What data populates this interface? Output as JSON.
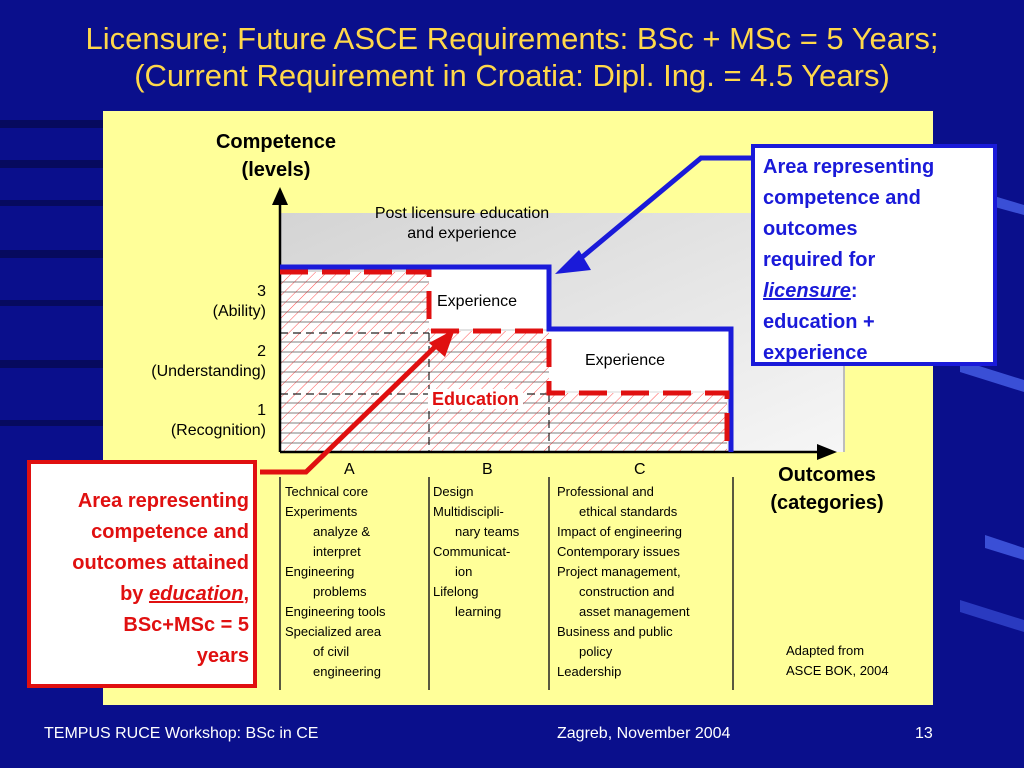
{
  "title": {
    "line1": "Licensure; Future ASCE Requirements: BSc + MSc = 5 Years;",
    "line2": "(Current Requirement in Croatia: Dipl. Ing. = 4.5 Years)"
  },
  "diagram": {
    "y_axis_title_1": "Competence",
    "y_axis_title_2": "(levels)",
    "x_axis_title_1": "Outcomes",
    "x_axis_title_2": "(categories)",
    "levels": [
      {
        "num": "3",
        "name": "(Ability)"
      },
      {
        "num": "2",
        "name": "(Understanding)"
      },
      {
        "num": "1",
        "name": "(Recognition)"
      }
    ],
    "post_licensure_1": "Post licensure education",
    "post_licensure_2": "and experience",
    "experience_label_a": "Experience",
    "experience_label_b": "Experience",
    "education_label": "Education",
    "categories": [
      "A",
      "B",
      "C"
    ],
    "category_a_items": [
      "Technical core",
      "Experiments",
      "analyze &",
      "interpret",
      "Engineering",
      "problems",
      "Engineering tools",
      "Specialized area",
      "of civil",
      "engineering"
    ],
    "category_b_items": [
      "Design",
      "Multidiscipli-",
      "nary teams",
      "Communicat-",
      "ion",
      "Lifelong",
      "learning"
    ],
    "category_c_items": [
      "Professional and",
      "ethical standards",
      "Impact of engineering",
      "Contemporary issues",
      "Project management,",
      "construction and",
      "asset management",
      "Business and public",
      "policy",
      "Leadership"
    ],
    "source_1": "Adapted from",
    "source_2": "ASCE BOK, 2004"
  },
  "callout_licensure": {
    "line1": "Area representing",
    "line2": "competence and",
    "line3": "outcomes",
    "line4": "required for",
    "emph": "licensure",
    "emph_suffix": ":",
    "line5": "education +",
    "line6": "experience"
  },
  "callout_education": {
    "line1": "Area representing",
    "line2": "competence and",
    "line3": "outcomes attained",
    "line4_prefix": "by ",
    "emph": "education",
    "emph_suffix": ",",
    "line5": "BSc+MSc = 5",
    "line6": "years"
  },
  "footer": {
    "left": "TEMPUS RUCE Workshop: BSc in CE",
    "center": "Zagreb, November 2004",
    "page": "13"
  },
  "colors": {
    "background": "#0a0f8c",
    "title": "#ffd84a",
    "panel": "#ffff99",
    "blue_outline": "#1a1ad9",
    "red_dashed": "#e01010"
  }
}
